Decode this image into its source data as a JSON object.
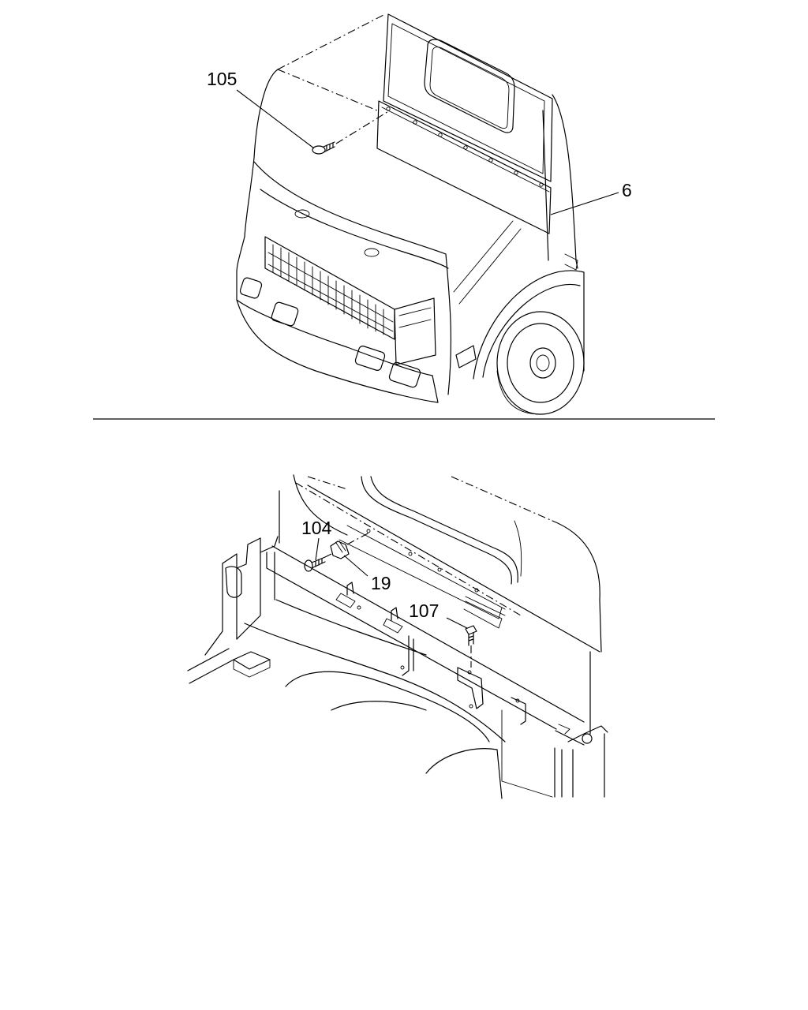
{
  "callouts": {
    "upper": [
      {
        "id": "105",
        "text": "105"
      },
      {
        "id": "6",
        "text": "6"
      }
    ],
    "lower": [
      {
        "id": "104",
        "text": "104"
      },
      {
        "id": "19",
        "text": "19"
      },
      {
        "id": "107",
        "text": "107"
      }
    ]
  }
}
